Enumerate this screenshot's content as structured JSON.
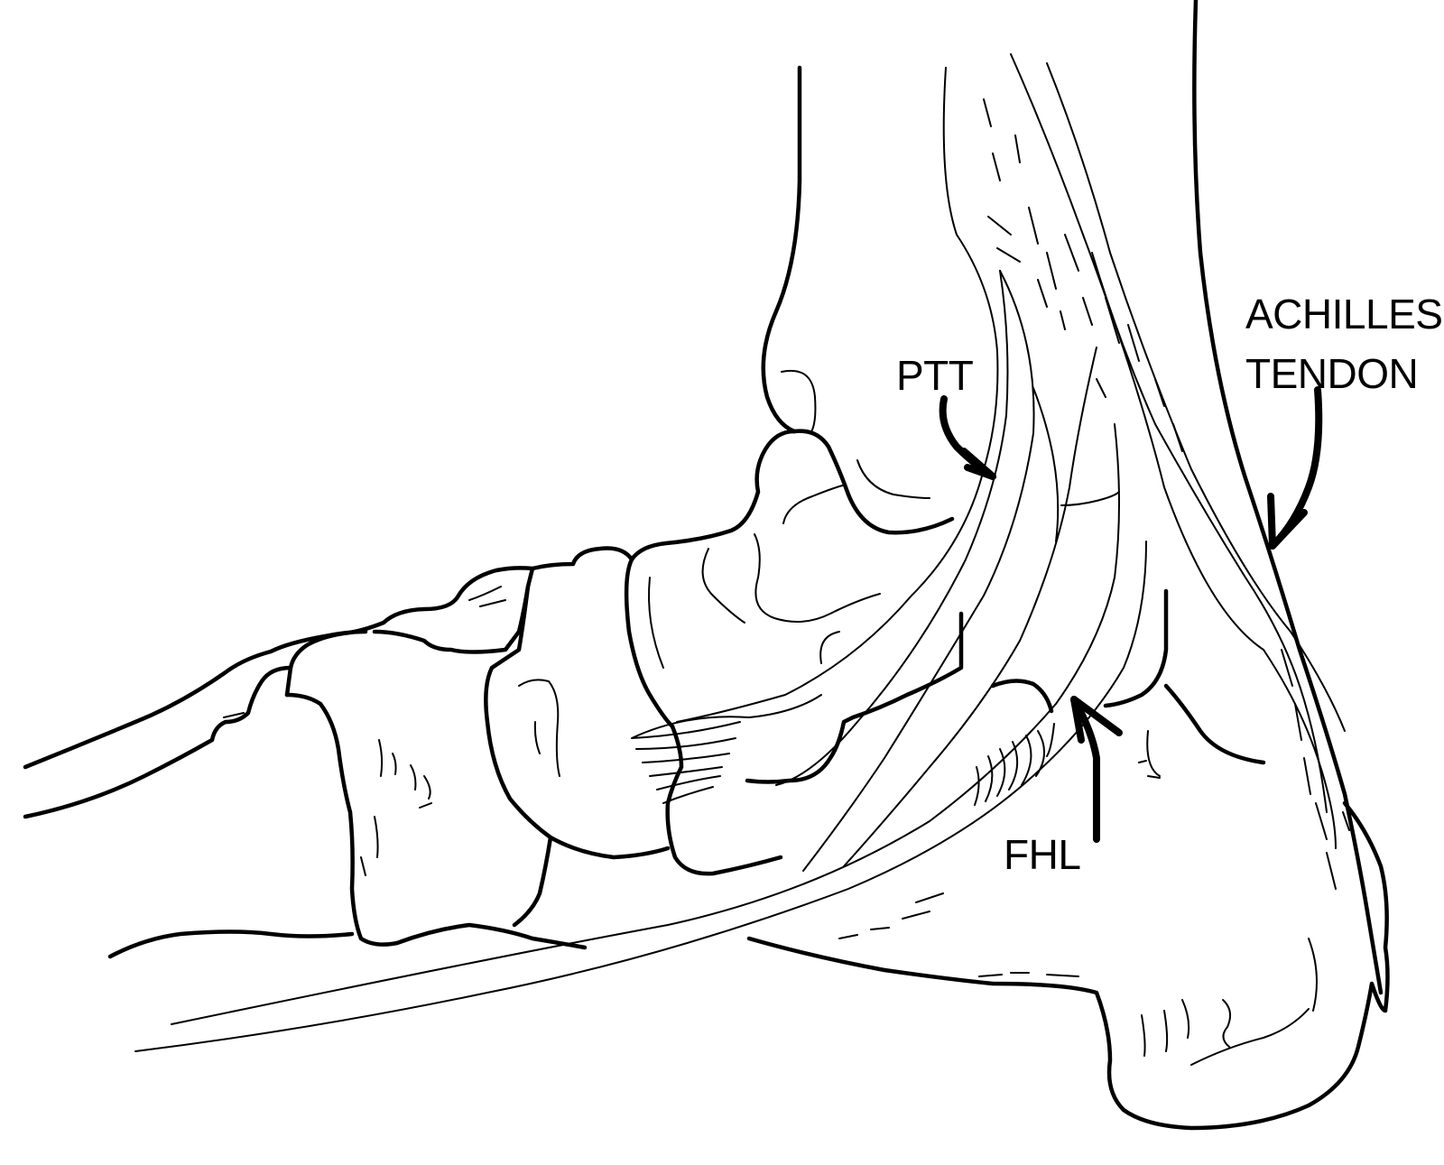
{
  "labels": {
    "ptt": "PTT",
    "fhl": "FHL",
    "achilles_line1": "ACHILLES",
    "achilles_line2": "TENDON"
  },
  "colors": {
    "ink": "#000000",
    "background": "#ffffff"
  }
}
